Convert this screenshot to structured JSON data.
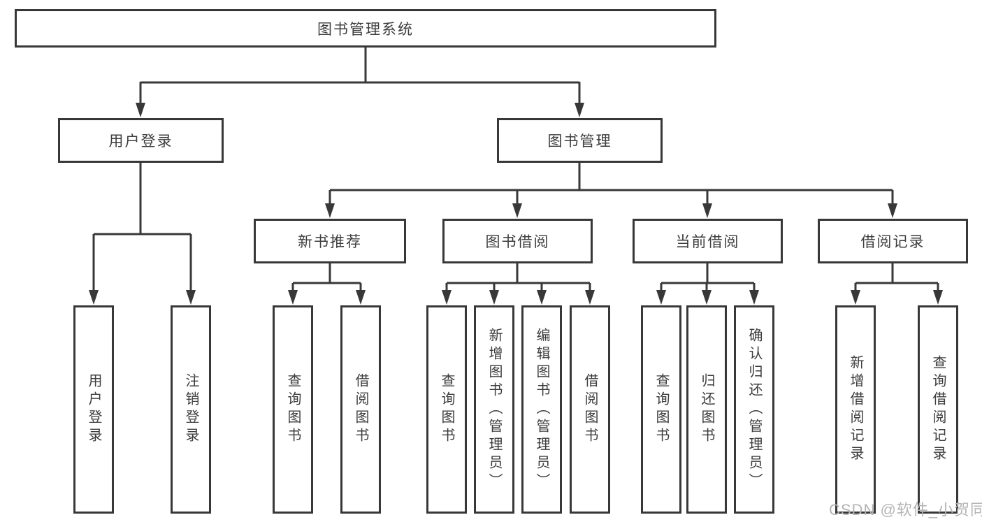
{
  "colors": {
    "line": "#383838",
    "box_border": "#383838",
    "text": "#3d3d3d",
    "watermark": "#b4b4b4",
    "background": "#ffffff"
  },
  "watermark": {
    "text": "CSDN @软件_小贺同学"
  },
  "diagram": {
    "type": "hierarchy",
    "root": "图书管理系统",
    "level2": [
      "用户登录",
      "图书管理"
    ],
    "level3": [
      "新书推荐",
      "图书借阅",
      "当前借阅",
      "借阅记录"
    ],
    "leaves": {
      "login": [
        "用户登录",
        "注销登录"
      ],
      "newbook": [
        "查询图书",
        "借阅图书"
      ],
      "borrow": [
        "查询图书",
        "新增图书（管理员）",
        "编辑图书（管理员）",
        "借阅图书"
      ],
      "current": [
        "查询图书",
        "归还图书",
        "确认归还（管理员）"
      ],
      "record": [
        "新增借阅记录",
        "查询借阅记录"
      ]
    },
    "structure": {
      "图书管理系统": {
        "用户登录": [
          "用户登录",
          "注销登录"
        ],
        "图书管理": {
          "新书推荐": [
            "查询图书",
            "借阅图书"
          ],
          "图书借阅": [
            "查询图书",
            "新增图书（管理员）",
            "编辑图书（管理员）",
            "借阅图书"
          ],
          "当前借阅": [
            "查询图书",
            "归还图书",
            "确认归还（管理员）"
          ],
          "借阅记录": [
            "新增借阅记录",
            "查询借阅记录"
          ]
        }
      }
    }
  }
}
